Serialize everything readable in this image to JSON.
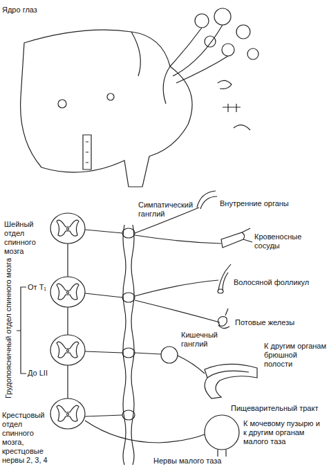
{
  "diagram": {
    "labels": [
      "Ядро глаз",
      "Симпатический ганглий",
      "Внутренние органы",
      "Кровеносные сосуды",
      "Шейный отдел спинного мозга",
      "От T₁",
      "Грудопоясничный отдел спинного мозга",
      "До LII",
      "Волосяной фолликул",
      "Потовые железы",
      "Кишечный ганглий",
      "К другим органам брюшной полости",
      "Пищеварительный тракт",
      "Крестцовый отдел спинного мозга, крестцовые нервы 2, 3, 4",
      "К мочевому пузырю и к другим органам малого таза",
      "Нервы малого таза"
    ]
  }
}
